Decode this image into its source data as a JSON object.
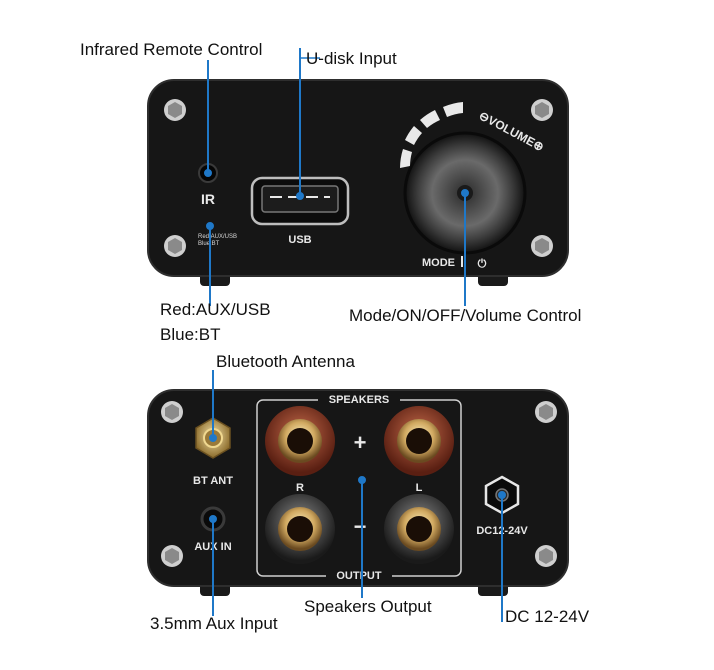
{
  "callouts": {
    "infrared": "Infrared Remote Control",
    "udisk": "U-disk Input",
    "led_line1": "Red:AUX/USB",
    "led_line2": "Blue:BT",
    "mode": "Mode/ON/OFF/Volume Control",
    "bt_antenna": "Bluetooth Antenna",
    "aux_input": "3.5mm Aux Input",
    "speakers_output": "Speakers Output",
    "dc": "DC 12-24V"
  },
  "front_panel": {
    "ir_label": "IR",
    "led_small_line1": "Red:AUX/USB",
    "led_small_line2": "Blue:BT",
    "usb_label": "USB",
    "volume_label": "⊖VOLUME⊕",
    "mode_label": "MODE",
    "power_symbol": "⏻"
  },
  "rear_panel": {
    "speakers_label": "SPEAKERS",
    "output_label": "OUTPUT",
    "plus": "+",
    "minus": "−",
    "right_channel": "R",
    "left_channel": "L",
    "bt_ant_label": "BT ANT",
    "aux_in_label": "AUX IN",
    "dc_label": "DC12-24V"
  },
  "colors": {
    "callout_line": "#1f78c8",
    "panel": "#161616",
    "terminal_red": "#8a3a24",
    "terminal_gold": "#d8b060",
    "antenna_gold": "#c9a450"
  }
}
